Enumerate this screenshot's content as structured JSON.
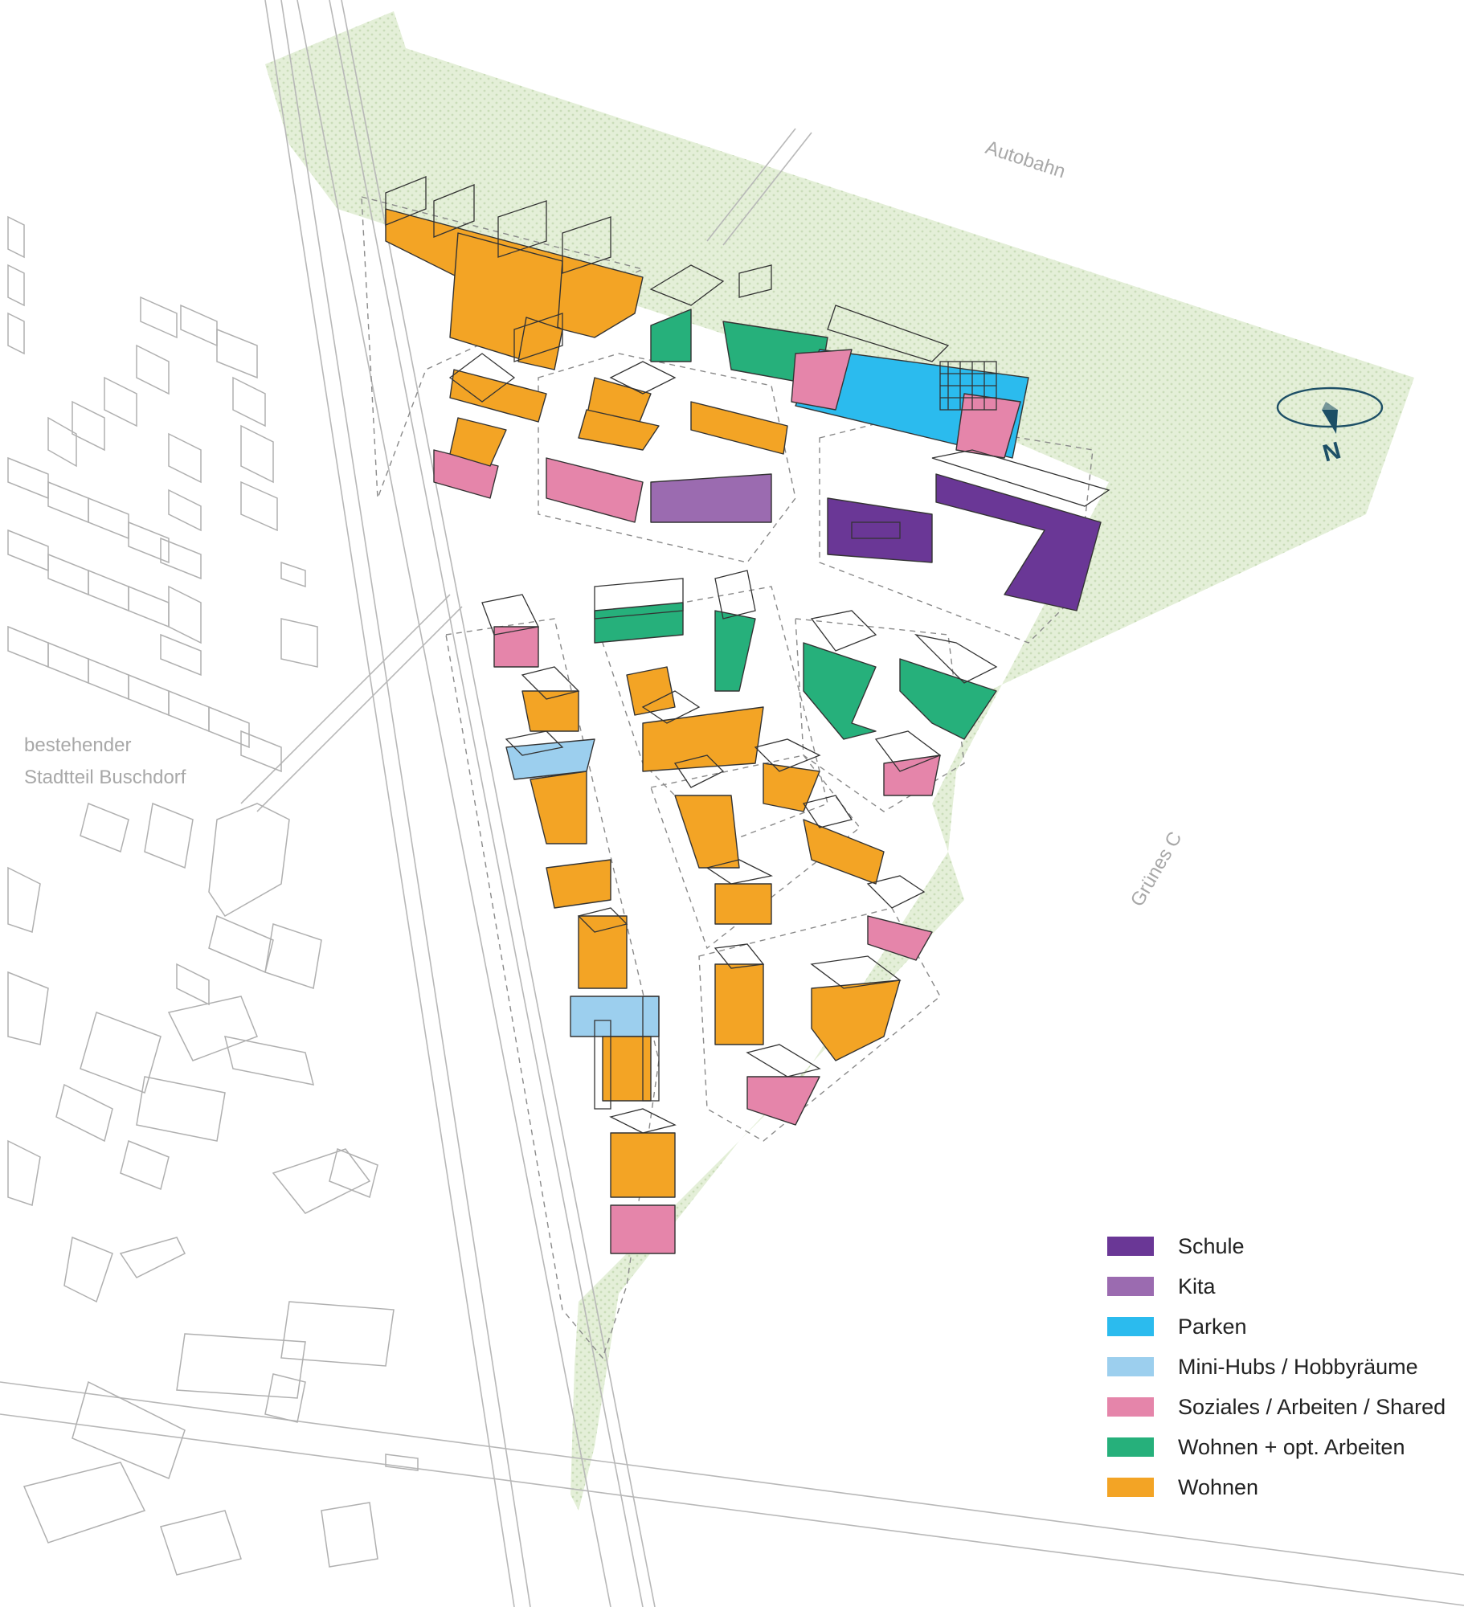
{
  "labels": {
    "autobahn": "Autobahn",
    "district": [
      "bestehender",
      "Stadtteil Buschdorf"
    ],
    "green": "Grünes C",
    "north": "N"
  },
  "colors": {
    "green_band": "#e4efd8",
    "dots": "#c9dcb8",
    "outline": "#333333",
    "existing": "#b0b0b0",
    "compass": "#1d4f66"
  },
  "legend": [
    {
      "label": "Schule",
      "color": "#6a3796"
    },
    {
      "label": "Kita",
      "color": "#9b6bb0"
    },
    {
      "label": "Parken",
      "color": "#2bbbee"
    },
    {
      "label": "Mini-Hubs / Hobbyräume",
      "color": "#9ccfee"
    },
    {
      "label": "Soziales / Arbeiten / Shared",
      "color": "#e585aa"
    },
    {
      "label": "Wohnen + opt. Arbeiten",
      "color": "#26b07b"
    },
    {
      "label": "Wohnen",
      "color": "#f3a425"
    }
  ]
}
